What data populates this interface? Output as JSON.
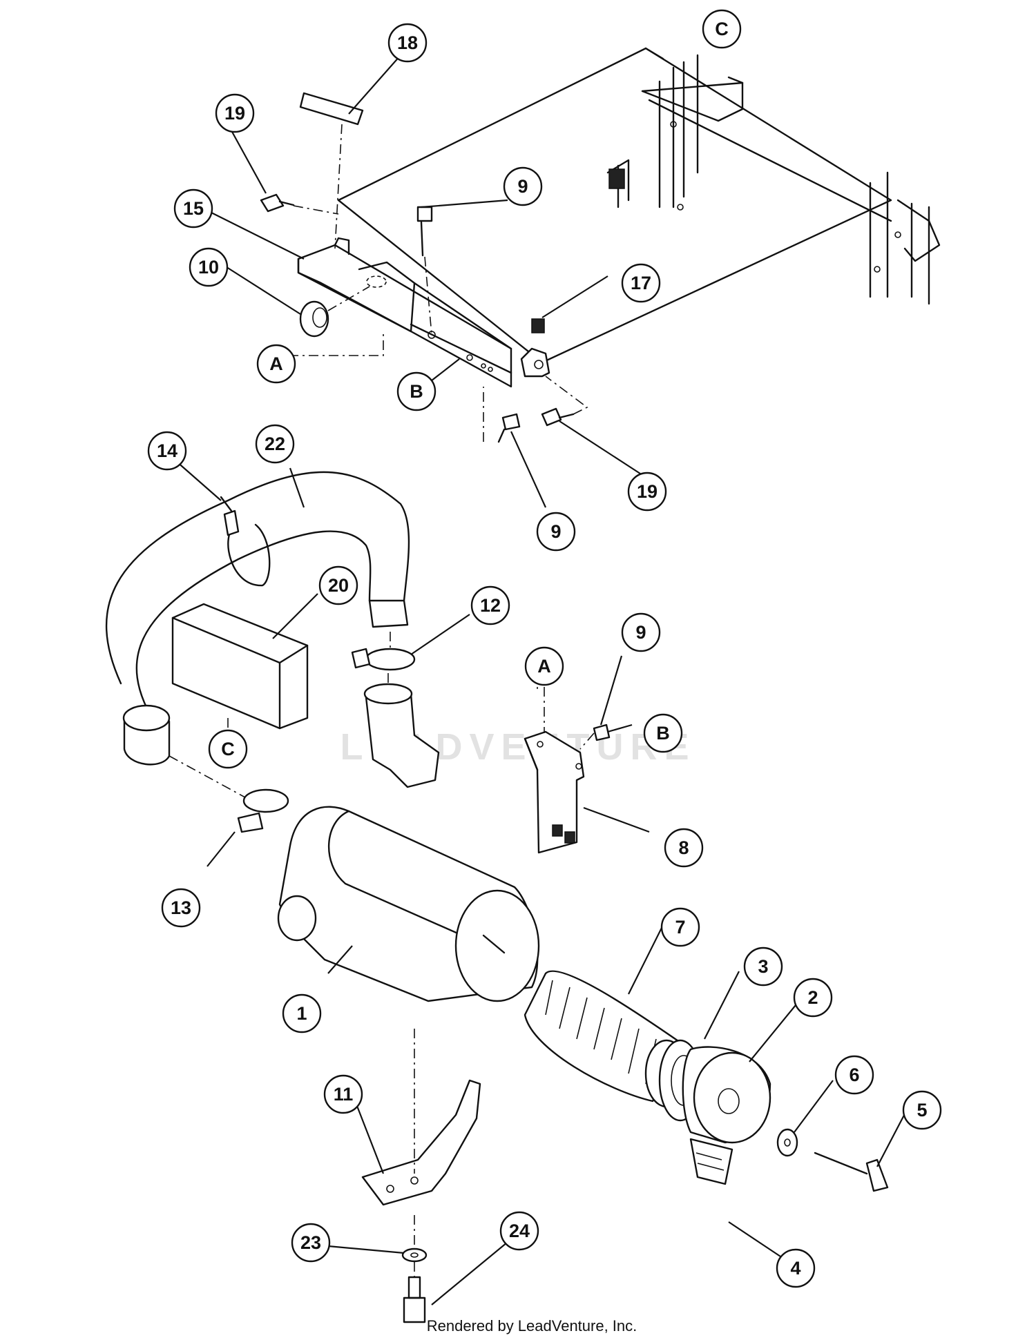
{
  "watermark": "LEADVENTURE",
  "credit": "Rendered by LeadVenture, Inc.",
  "callouts": [
    {
      "id": "c18",
      "label": "18"
    },
    {
      "id": "c19a",
      "label": "19"
    },
    {
      "id": "c15",
      "label": "15"
    },
    {
      "id": "c9a",
      "label": "9"
    },
    {
      "id": "c10",
      "label": "10"
    },
    {
      "id": "c17",
      "label": "17"
    },
    {
      "id": "cA1",
      "label": "A"
    },
    {
      "id": "cB1",
      "label": "B"
    },
    {
      "id": "cC1",
      "label": "C"
    },
    {
      "id": "c9b",
      "label": "9"
    },
    {
      "id": "c19b",
      "label": "19"
    },
    {
      "id": "c14",
      "label": "14"
    },
    {
      "id": "c22",
      "label": "22"
    },
    {
      "id": "c20",
      "label": "20"
    },
    {
      "id": "c12",
      "label": "12"
    },
    {
      "id": "c9c",
      "label": "9"
    },
    {
      "id": "cA2",
      "label": "A"
    },
    {
      "id": "cB2",
      "label": "B"
    },
    {
      "id": "cC2",
      "label": "C"
    },
    {
      "id": "c8",
      "label": "8"
    },
    {
      "id": "c13",
      "label": "13"
    },
    {
      "id": "c1",
      "label": "1"
    },
    {
      "id": "c7",
      "label": "7"
    },
    {
      "id": "c3",
      "label": "3"
    },
    {
      "id": "c2",
      "label": "2"
    },
    {
      "id": "c6",
      "label": "6"
    },
    {
      "id": "c5",
      "label": "5"
    },
    {
      "id": "c11",
      "label": "11"
    },
    {
      "id": "c4",
      "label": "4"
    },
    {
      "id": "c23",
      "label": "23"
    },
    {
      "id": "c24",
      "label": "24"
    }
  ]
}
